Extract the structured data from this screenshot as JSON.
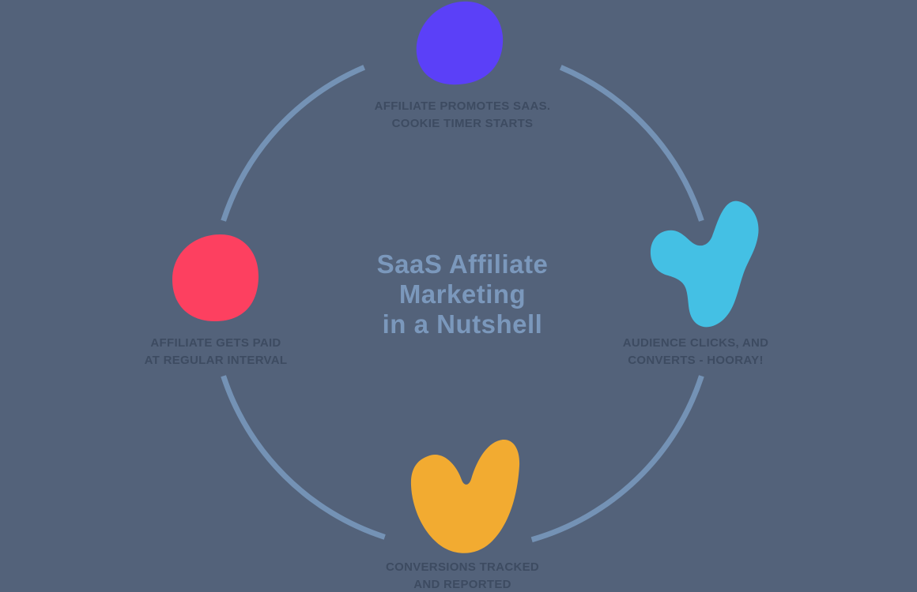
{
  "title": {
    "lines": [
      "SaaS Affiliate",
      "Marketing",
      "in a Nutshell"
    ]
  },
  "steps": [
    {
      "name": "affiliate-promotes",
      "position": "top",
      "lines": [
        "AFFILIATE PROMOTES SAAS.",
        "COOKIE TIMER STARTS"
      ],
      "color": "#5b40f8"
    },
    {
      "name": "audience-converts",
      "position": "right",
      "lines": [
        "AUDIENCE CLICKS, AND",
        "CONVERTS - HOORAY!"
      ],
      "color": "#44c0e4"
    },
    {
      "name": "conversions-tracked",
      "position": "bottom",
      "lines": [
        "CONVERSIONS TRACKED",
        "AND REPORTED"
      ],
      "color": "#f2ab31"
    },
    {
      "name": "affiliate-gets-paid",
      "position": "left",
      "lines": [
        "AFFILIATE GETS PAID",
        "AT REGULAR INTERVAL"
      ],
      "color": "#fd4060"
    }
  ],
  "colors": {
    "background": "#53627a",
    "ring": "#7492b5",
    "title_text": "#7b98bc",
    "label_text": "#3d4b61"
  }
}
